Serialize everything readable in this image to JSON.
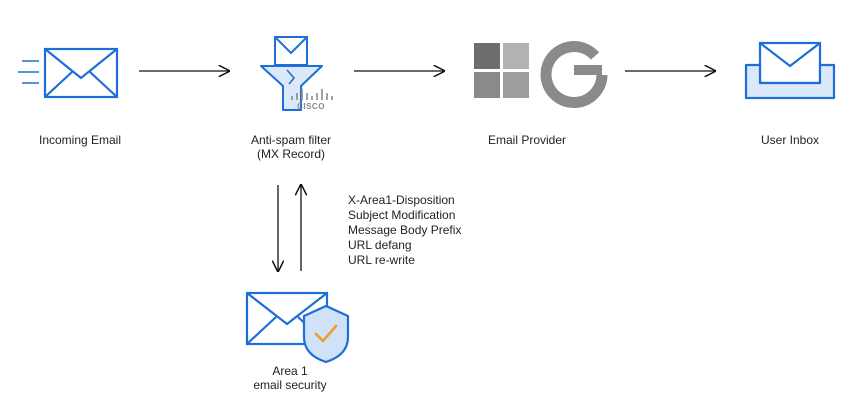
{
  "nodes": {
    "incoming": {
      "label": "Incoming Email"
    },
    "antispam": {
      "label_line1": "Anti-spam filter",
      "label_line2": "(MX Record)",
      "logo_text": "CISCO"
    },
    "provider": {
      "label": "Email Provider"
    },
    "inbox": {
      "label": "User Inbox"
    },
    "area1": {
      "label_line1": "Area 1",
      "label_line2": "email security"
    }
  },
  "attributes": [
    "X-Area1-Disposition",
    "Subject Modification",
    "Message Body Prefix",
    "URL defang",
    "URL re-write"
  ],
  "colors": {
    "brand_blue": "#1d6ed8",
    "light_blue_fill": "#dbe9fb",
    "shield_fill": "#cfe2f9",
    "check_orange": "#f59a23",
    "gray_dark": "#6d6d6d",
    "gray_mid": "#8a8a8a",
    "gray_light": "#b3b3b3",
    "arrow": "#111111"
  },
  "icons": {
    "incoming": "envelope-motion-icon",
    "antispam": "funnel-filter-icon",
    "provider_a": "windows-logo-icon",
    "provider_b": "google-g-icon",
    "inbox": "inbox-tray-icon",
    "area1": "envelope-shield-icon"
  }
}
